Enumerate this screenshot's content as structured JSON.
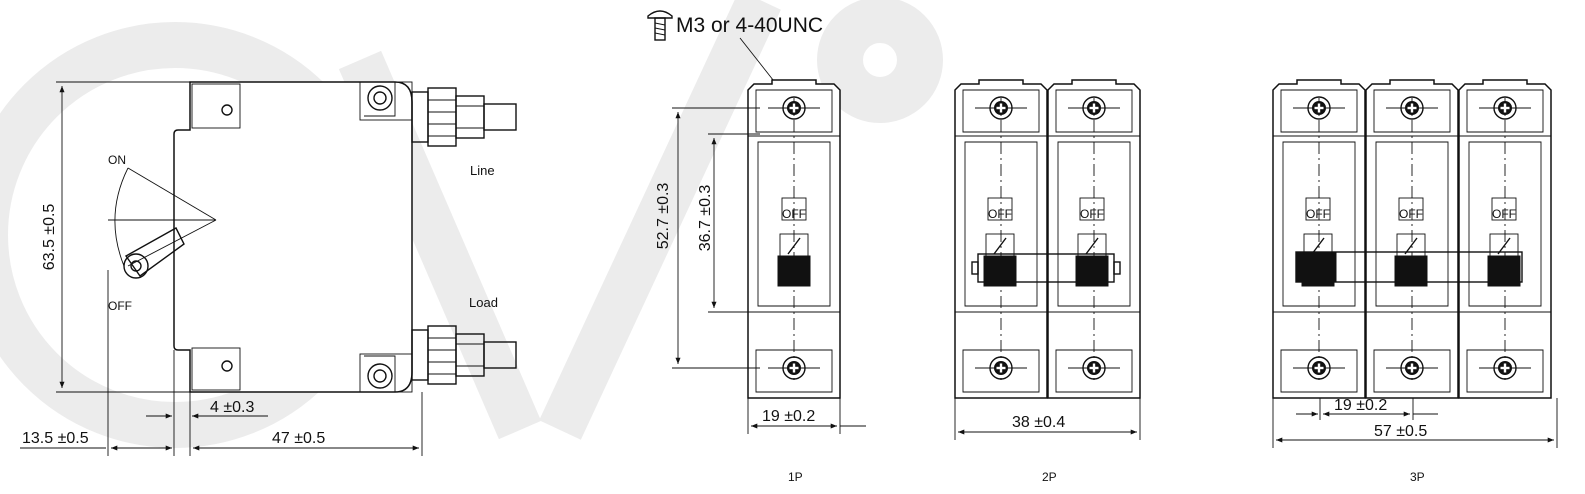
{
  "screw_note": "M3 or 4-40UNC",
  "side_view": {
    "on_label": "ON",
    "off_label": "OFF",
    "line_label": "Line",
    "load_label": "Load",
    "dim_height": "63.5 ±0.5",
    "dim_flange": "4 ±0.3",
    "dim_handle": "13.5 ±0.5",
    "dim_length": "47 ±0.5"
  },
  "front_views": {
    "dim_mount_height": "52.7 ±0.3",
    "dim_window_height": "36.7 ±0.3",
    "off_label": "OFF",
    "one_pole": {
      "caption": "1P",
      "width": "19 ±0.2"
    },
    "two_pole": {
      "caption": "2P",
      "width": "38 ±0.4"
    },
    "three_pole": {
      "caption": "3P",
      "pitch": "19 ±0.2",
      "width": "57 ±0.5"
    }
  }
}
